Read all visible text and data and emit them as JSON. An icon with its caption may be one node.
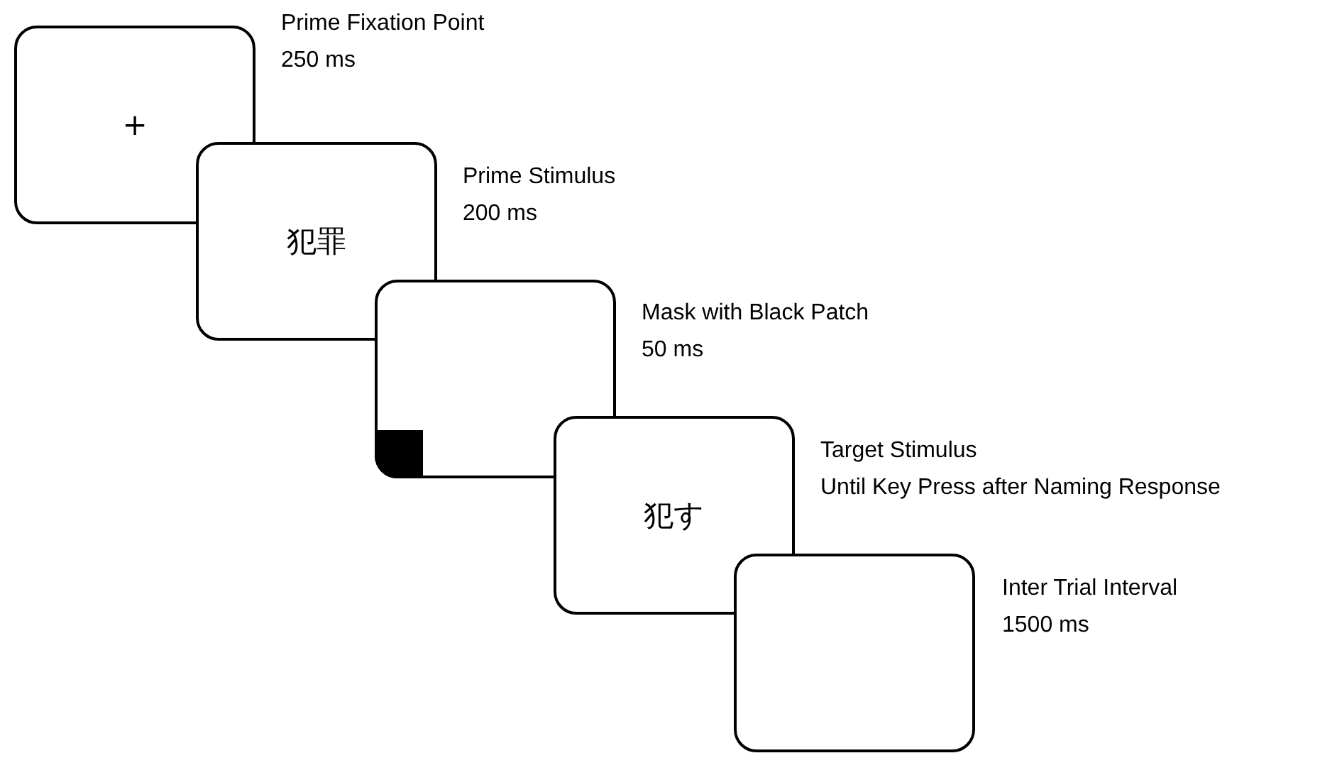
{
  "diagram": {
    "nodes": [
      {
        "text": [
          "+"
        ],
        "beside": [
          "Prime Fixation Point",
          "250 ms"
        ]
      },
      {
        "text": [
          "犯罪"
        ],
        "beside": [
          "Prime Stimulus",
          "200 ms"
        ]
      },
      {
        "text": [],
        "shape": "box",
        "beside": [
          "Mask with Black Patch",
          "50 ms"
        ]
      },
      {
        "text": [
          "犯す"
        ],
        "beside": [
          "Target Stimulus",
          "Until Key Press after Naming Response"
        ]
      },
      {
        "text": [],
        "shape": "box",
        "beside": [
          "Inter Trial Interval",
          "1500 ms"
        ]
      }
    ],
    "edges": []
  }
}
